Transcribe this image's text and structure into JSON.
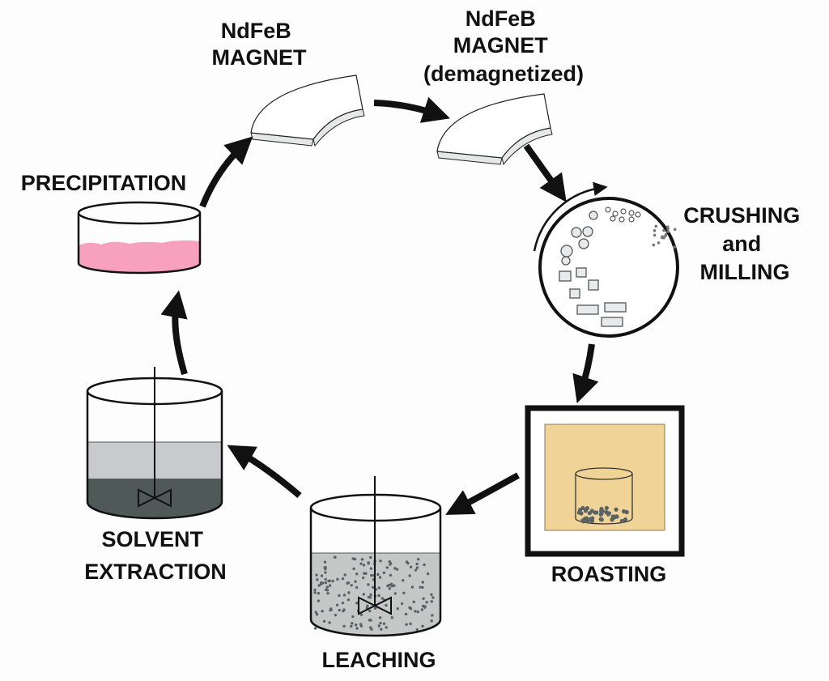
{
  "title": "NdFeB magnet recycling process cycle",
  "steps": [
    {
      "id": "magnet",
      "lines": [
        "NdFeB",
        "MAGNET"
      ]
    },
    {
      "id": "demagnetized",
      "lines": [
        "NdFeB",
        "MAGNET",
        "(demagnetized)"
      ]
    },
    {
      "id": "crushing",
      "lines": [
        "CRUSHING",
        "and",
        "MILLING"
      ]
    },
    {
      "id": "roasting",
      "lines": [
        "ROASTING"
      ]
    },
    {
      "id": "leaching",
      "lines": [
        "LEACHING"
      ]
    },
    {
      "id": "solvent",
      "lines": [
        "SOLVENT",
        "EXTRACTION"
      ]
    },
    {
      "id": "precipitation",
      "lines": [
        "PRECIPITATION"
      ]
    }
  ],
  "flow": [
    "magnet",
    "demagnetized",
    "crushing",
    "roasting",
    "leaching",
    "solvent",
    "precipitation",
    "magnet"
  ],
  "colors": {
    "precipitate": "#f7a1bf",
    "furnace": "#f0d497",
    "leach_liquid": "#c3c7c6",
    "organic_phase": "#c9cacd",
    "aqueous_phase": "#4f5a58",
    "magnet_edge": "#e6e8e8",
    "particle": "#5b6265"
  }
}
